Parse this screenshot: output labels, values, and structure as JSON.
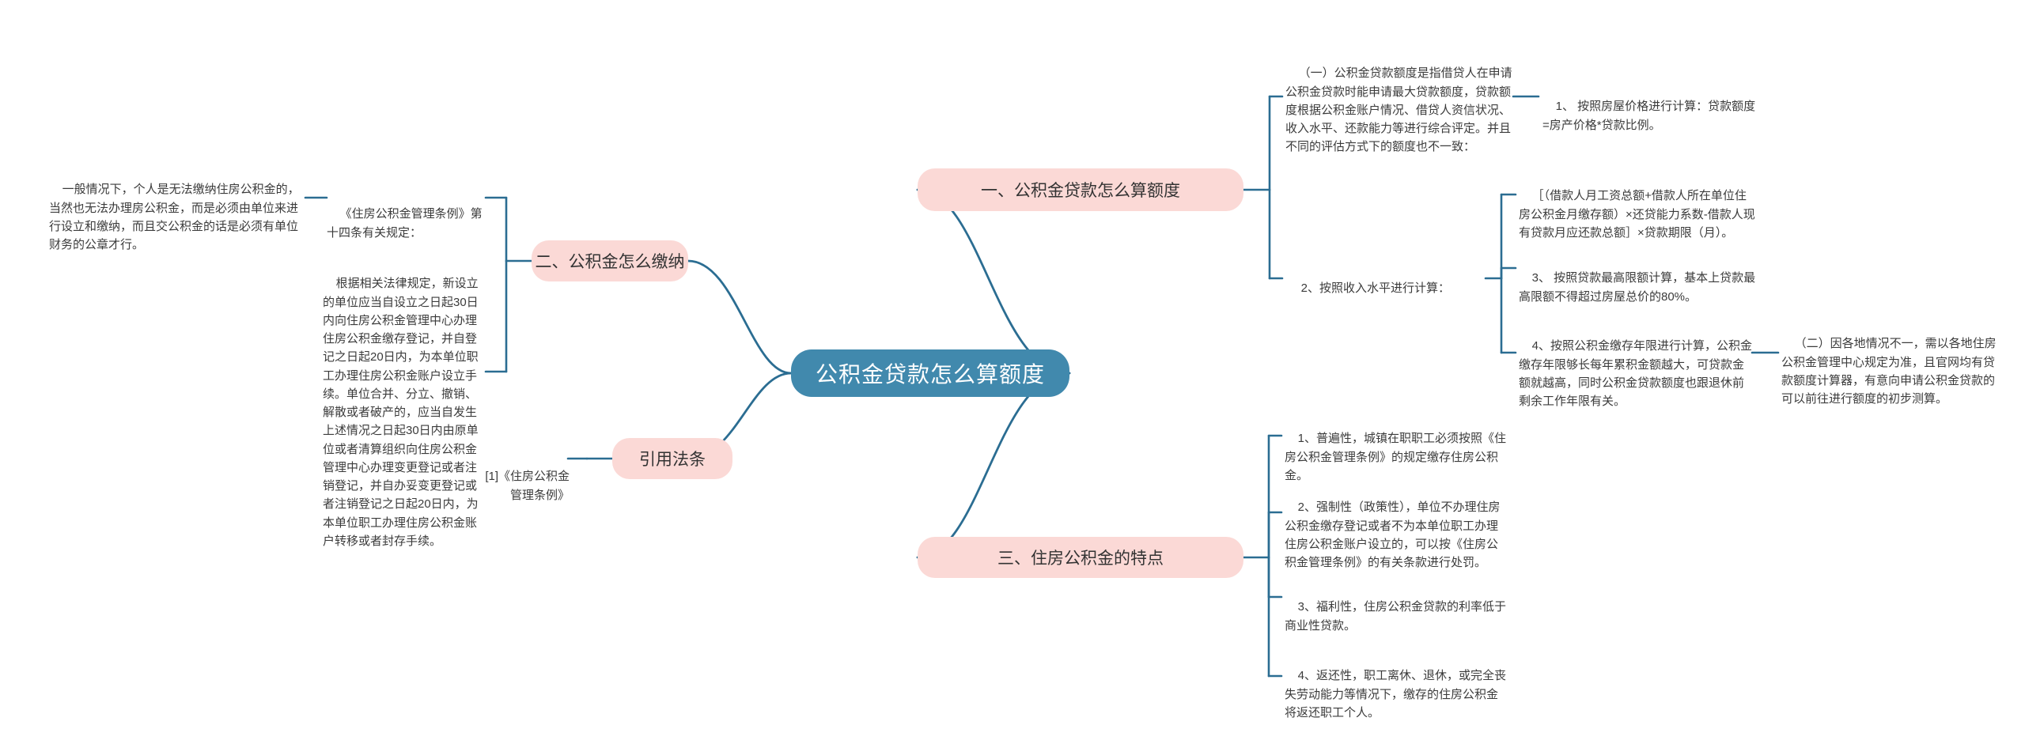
{
  "diagram": {
    "type": "mind-map",
    "colors": {
      "root_fill": "#4189ad",
      "root_text": "#ffffff",
      "branch_fill": "#fbd9d6",
      "branch_text": "#333333",
      "link_stroke": "#2b6d92",
      "leaf_text": "#3b3b3b",
      "background": "#ffffff"
    },
    "root": {
      "label": "公积金贷款怎么算额度"
    },
    "branches": [
      {
        "id": "b1",
        "label": "一、公积金贷款怎么算额度"
      },
      {
        "id": "b2",
        "label": "二、公积金怎么缴纳"
      },
      {
        "id": "b3",
        "label": "三、住房公积金的特点"
      },
      {
        "id": "b4",
        "label": "引用法条"
      }
    ],
    "b1_children": [
      {
        "id": "b1c1",
        "text": "（一）公积金贷款额度是指借贷人在申请公积金贷款时能申请最大贷款额度，贷款额度根据公积金账户情况、借贷人资信状况、收入水平、还款能力等进行综合评定。并且不同的评估方式下的额度也不一致："
      },
      {
        "id": "b1c2",
        "text": "2、按照收入水平进行计算："
      }
    ],
    "b1c1_children": [
      {
        "id": "g1",
        "text": "1、 按照房屋价格进行计算：贷款额度=房产价格*贷款比例。"
      }
    ],
    "b1c2_children": [
      {
        "id": "g2",
        "text": "［（借款人月工资总额+借款人所在单位住房公积金月缴存额）×还贷能力系数-借款人现有贷款月应还款总额］×贷款期限（月）。"
      },
      {
        "id": "g3",
        "text": "3、 按照贷款最高限额计算，基本上贷款最高限额不得超过房屋总价的80%。"
      },
      {
        "id": "g4",
        "text": "4、按照公积金缴存年限进行计算，公积金缴存年限够长每年累积金额越大，可贷款金额就越高，同时公积金贷款额度也跟退休前剩余工作年限有关。"
      }
    ],
    "far_right": [
      {
        "id": "fr1",
        "text": "（二）因各地情况不一，需以各地住房公积金管理中心规定为准，且官网均有贷款额度计算器，有意向申请公积金贷款的可以前往进行额度的初步测算。"
      }
    ],
    "b2_children": [
      {
        "id": "b2c1",
        "text": "《住房公积金管理条例》第十四条有关规定："
      },
      {
        "id": "b2c2",
        "text": "根据相关法律规定，新设立的单位应当自设立之日起30日内向住房公积金管理中心办理住房公积金缴存登记，并自登记之日起20日内，为本单位职工办理住房公积金账户设立手续。单位合并、分立、撤销、解散或者破产的，应当自发生上述情况之日起30日内由原单位或者清算组织向住房公积金管理中心办理变更登记或者注销登记，并自办妥变更登记或者注销登记之日起20日内，为本单位职工办理住房公积金账户转移或者封存手续。"
      }
    ],
    "b2c1_children": [
      {
        "id": "b2g1",
        "text": "一般情况下，个人是无法缴纳住房公积金的，当然也无法办理房公积金，而是必须由单位来进行设立和缴纳，而且交公积金的话是必须有单位财务的公章才行。"
      }
    ],
    "b3_children": [
      {
        "id": "b3c1",
        "text": "1、普遍性，城镇在职职工必须按照《住房公积金管理条例》的规定缴存住房公积金。"
      },
      {
        "id": "b3c2",
        "text": "2、强制性（政策性），单位不办理住房公积金缴存登记或者不为本单位职工办理住房公积金账户设立的，可以按《住房公积金管理条例》的有关条款进行处罚。"
      },
      {
        "id": "b3c3",
        "text": "3、福利性，住房公积金贷款的利率低于商业性贷款。"
      },
      {
        "id": "b3c4",
        "text": "4、返还性，职工离休、退休，或完全丧失劳动能力等情况下，缴存的住房公积金将返还职工个人。"
      }
    ],
    "b4_children": [
      {
        "id": "b4c1",
        "text": "[1]《住房公积金管理条例》"
      }
    ]
  }
}
